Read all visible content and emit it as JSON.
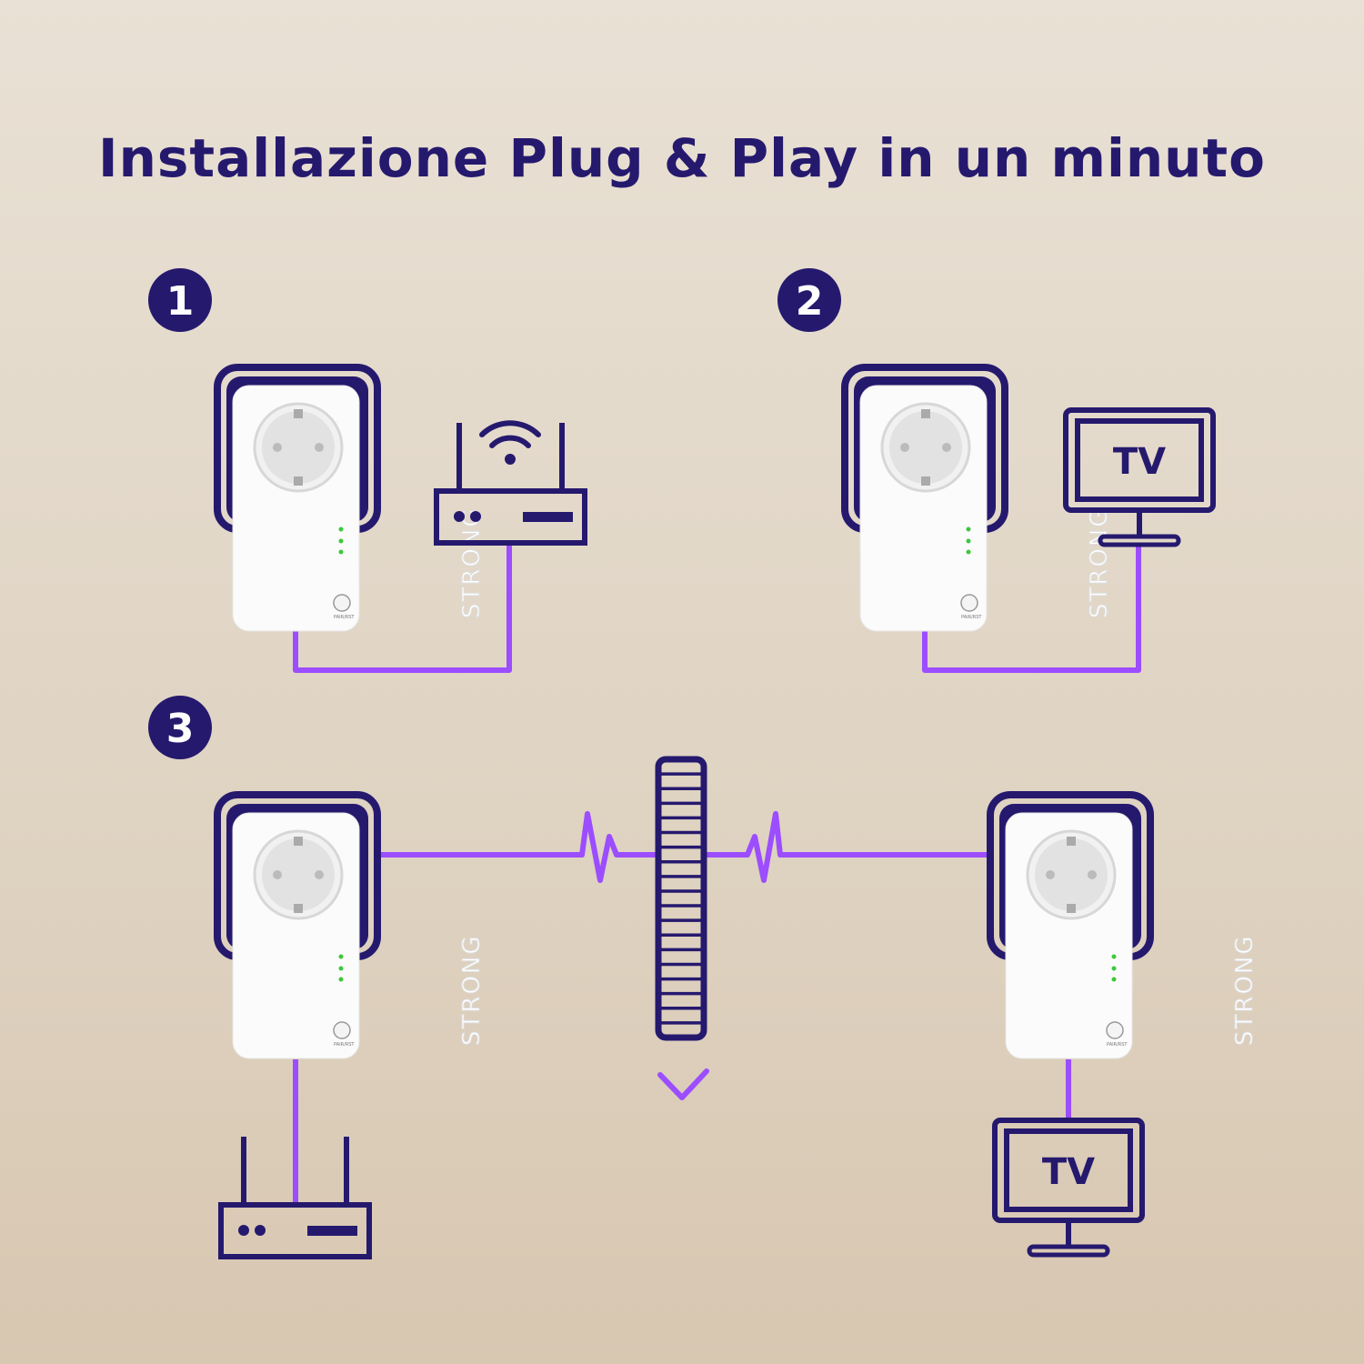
{
  "title": "Installazione Plug & Play in un minuto",
  "steps": [
    {
      "number": "1"
    },
    {
      "number": "2"
    },
    {
      "number": "3"
    }
  ],
  "device": {
    "brand": "STRONG",
    "button_label": "PAIR/RST"
  },
  "tv_label": "TV",
  "colors": {
    "navy": "#25196e",
    "cable": "#9b4dff",
    "led": "#3cc83c",
    "background": "#e4d9c9"
  },
  "icons": [
    "powerline-adapter",
    "router-wifi-icon",
    "tv-icon",
    "electrical-wall-icon",
    "checkmark-icon",
    "signal-pulse-icon"
  ]
}
